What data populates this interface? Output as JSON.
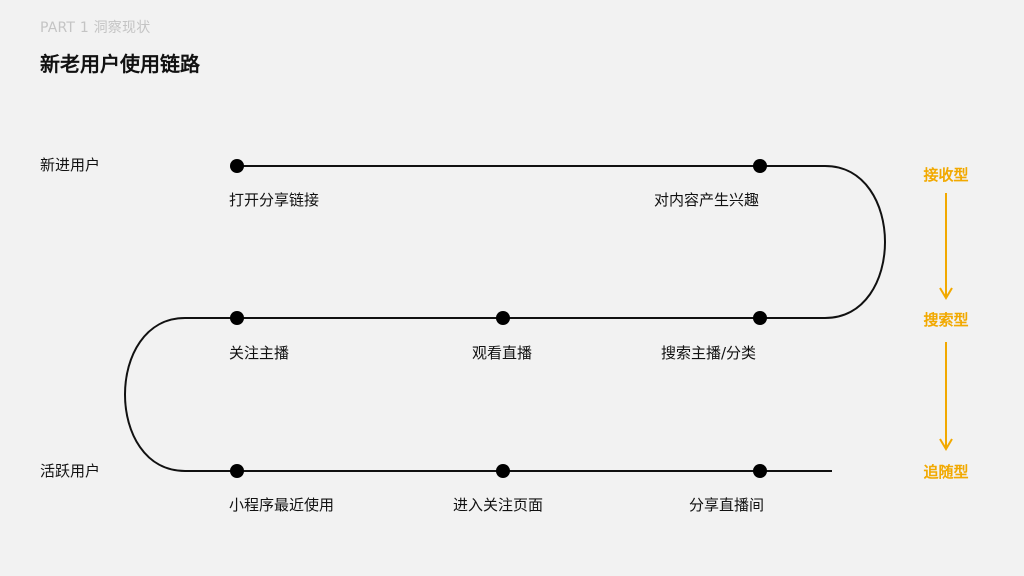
{
  "header": {
    "part_label": "PART 1 洞察现状",
    "title": "新老用户使用链路"
  },
  "users": {
    "new_user": "新进用户",
    "active_user": "活跃用户"
  },
  "steps": {
    "row1": [
      "打开分享链接",
      "对内容产生兴趣"
    ],
    "row2": [
      "关注主播",
      "观看直播",
      "搜索主播/分类"
    ],
    "row3": [
      "小程序最近使用",
      "进入关注页面",
      "分享直播间"
    ]
  },
  "phases": [
    "接收型",
    "搜索型",
    "追随型"
  ],
  "colors": {
    "accent": "#F2A900",
    "line": "#111111",
    "background": "#F2F2F2",
    "muted_text": "#C4C4C4"
  }
}
